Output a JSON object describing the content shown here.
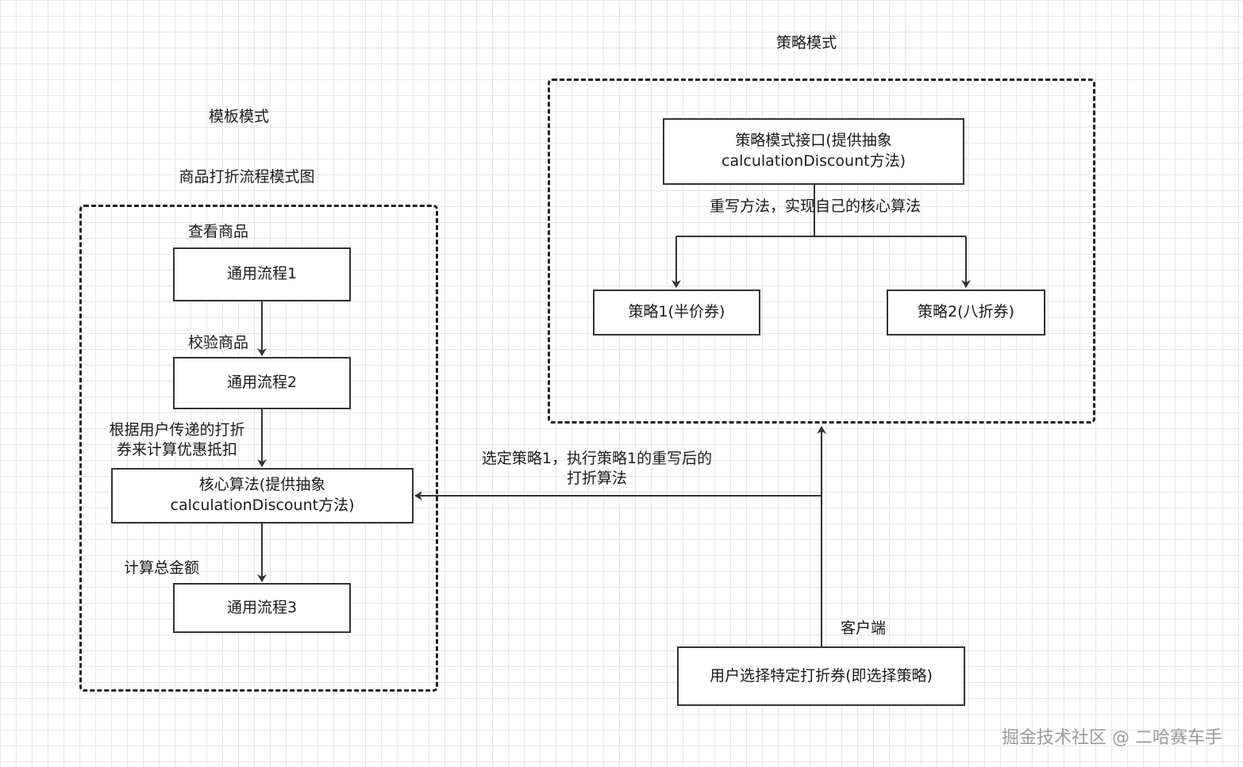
{
  "strategy_section": {
    "title": "策略模式",
    "interface_node": {
      "line1": "策略模式接口(提供抽象",
      "line2": "calculationDiscount方法)"
    },
    "override_label": "重写方法，实现自己的核心算法",
    "strategy1_node": "策略1(半价券)",
    "strategy2_node": "策略2(八折券)"
  },
  "template_section": {
    "title": "模板模式",
    "subtitle": "商品打折流程模式图",
    "step1_label": "查看商品",
    "step1_node": "通用流程1",
    "step2_label": "校验商品",
    "step2_node": "通用流程2",
    "core_label": {
      "line1": "根据用户传递的打折",
      "line2": "券来计算优惠抵扣"
    },
    "core_node": {
      "line1": "核心算法(提供抽象",
      "line2": "calculationDiscount方法)"
    },
    "step3_label": "计算总金额",
    "step3_node": "通用流程3"
  },
  "client_section": {
    "select_label": {
      "line1": "选定策略1，执行策略1的重写后的",
      "line2": "打折算法"
    },
    "client_label": "客户端",
    "client_node": "用户选择特定打折券(即选择策略)"
  },
  "watermark": "掘金技术社区 @ 二哈赛车手",
  "colors": {
    "background": "#ffffff",
    "grid": "#e6e6e6",
    "stroke": "#333333",
    "watermark": "#9a9a9a"
  }
}
